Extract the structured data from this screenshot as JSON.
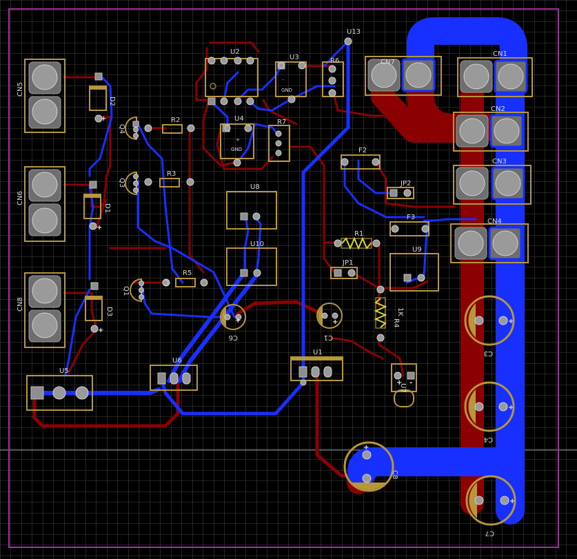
{
  "colors": {
    "background": "#000000",
    "grid": "#585858",
    "border": "#a030a0",
    "top_copper": "#1730ff",
    "bottom_copper": "#8b0000",
    "silkscreen": "#b8963a",
    "resistor_body": "#d6d83a"
  },
  "labels": {
    "cn1": "CN1",
    "cn2": "CN2",
    "cn3": "CN3",
    "cn4": "CN4",
    "cn5": "CN5",
    "cn6": "CN6",
    "cn7": "CN7",
    "cn8": "CN8",
    "u1": "U1",
    "u2": "U2",
    "u3": "U3",
    "u4": "U4",
    "u5": "U5",
    "u6": "U6",
    "u7": "U7",
    "u8": "U8",
    "u9": "U9",
    "u10": "U10",
    "u13": "U13",
    "r1": "R1",
    "r2": "R2",
    "r3": "R3",
    "r4": "R4",
    "r4_value": "1K",
    "r5": "R5",
    "r6": "R6",
    "r7": "R7",
    "c1": "C1",
    "c3": "C3",
    "c4": "C4",
    "c6": "C6",
    "c7": "C7",
    "c8": "C8",
    "d1": "D1",
    "d2": "D2",
    "d3": "D3",
    "q1": "Q1",
    "q3": "Q3",
    "q4": "Q4",
    "f2": "F2",
    "f3": "F3",
    "jp1": "JP1",
    "jp2": "JP2",
    "gnd": "GND",
    "plus": "+",
    "minus": "-"
  }
}
